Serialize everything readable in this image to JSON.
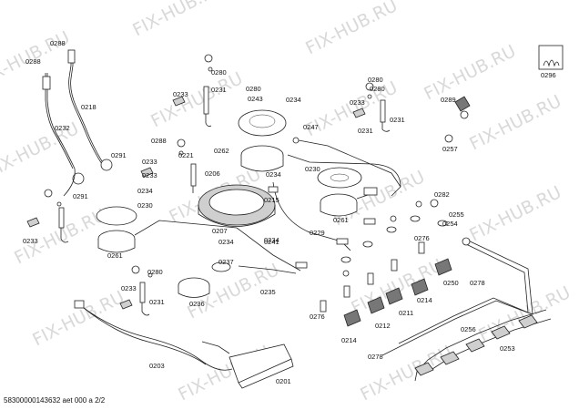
{
  "watermark": "FIX-HUB.RU",
  "footer": "58300000143632 aet 000 a 2/2",
  "legend_box_label": "0296",
  "labels": [
    "0288",
    "0288",
    "0280",
    "0218",
    "0232",
    "0291",
    "0233",
    "0231",
    "0280",
    "0233",
    "0291",
    "0243",
    "0234",
    "0262",
    "0288",
    "0221",
    "0233",
    "0234",
    "0206",
    "0247",
    "0234",
    "0230",
    "0280",
    "0233",
    "0231",
    "0289",
    "0257",
    "0280",
    "0231",
    "0230",
    "0234",
    "0215",
    "0261",
    "0282",
    "0255",
    "0254",
    "0233",
    "0261",
    "0207",
    "0234",
    "0241",
    "0229",
    "0276",
    "0280",
    "0237",
    "0236",
    "0235",
    "0250",
    "0278",
    "0214",
    "0231",
    "0233",
    "0276",
    "0211",
    "0212",
    "0214",
    "0256",
    "0253",
    "0203",
    "0278",
    "0201"
  ]
}
